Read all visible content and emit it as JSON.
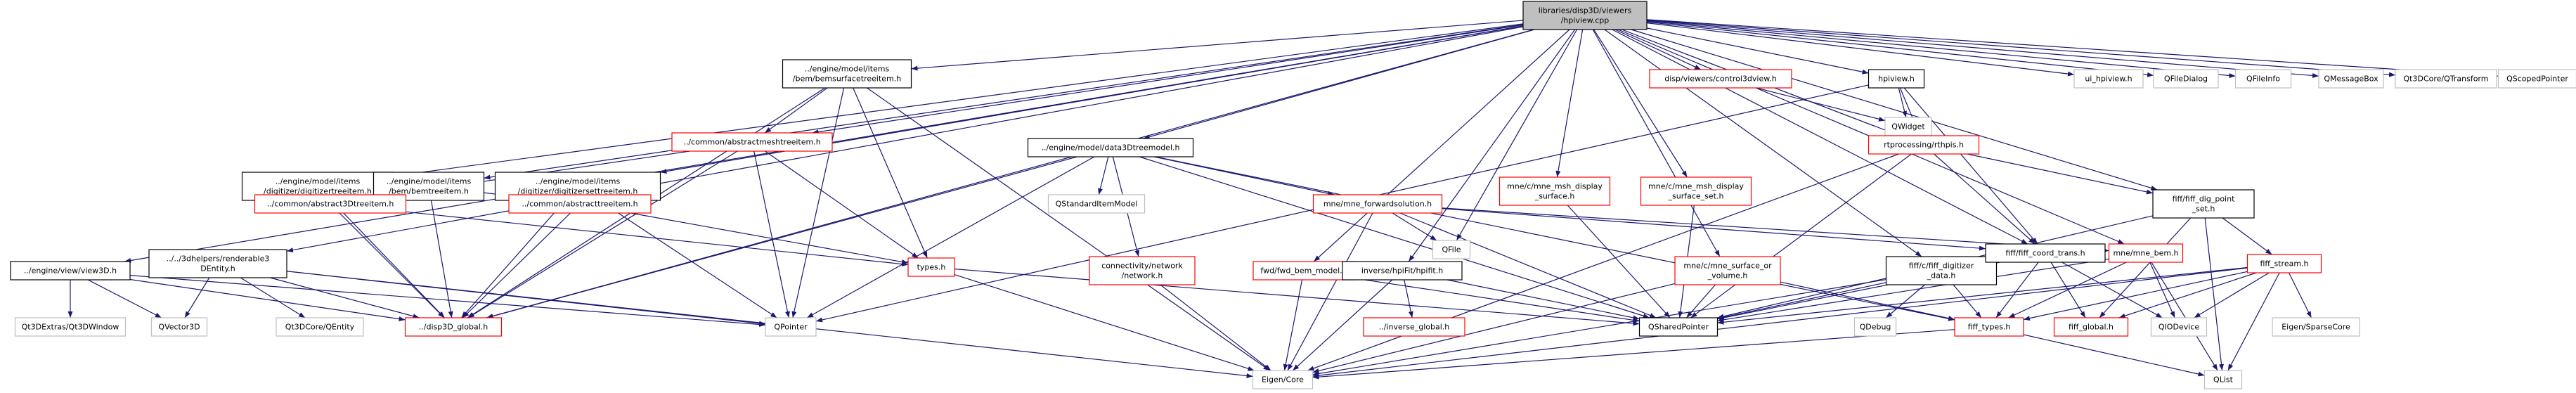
{
  "colors": {
    "root_fill": "#bfbfbf",
    "root_stroke": "#000000",
    "doc_stroke": "#000000",
    "ext_stroke": "#bfbfbf",
    "missing_stroke": "#ff0000",
    "edge": "#191970",
    "text": "#000000"
  },
  "nodes": [
    {
      "id": "root",
      "kind": "root",
      "lines": [
        "libraries/disp3D/viewers",
        "/hpiview.cpp"
      ]
    },
    {
      "id": "view3D",
      "kind": "doc",
      "lines": [
        "../engine/view/view3D.h"
      ]
    },
    {
      "id": "digitizertreeitem",
      "kind": "doc",
      "lines": [
        "../engine/model/items",
        "/digitizer/digitizertreeitem.h"
      ]
    },
    {
      "id": "bemtreeitem",
      "kind": "doc",
      "lines": [
        "../engine/model/items",
        "/bem/bemtreeitem.h"
      ]
    },
    {
      "id": "bemsurfacetreeitem",
      "kind": "doc",
      "lines": [
        "../engine/model/items",
        "/bem/bemsurfacetreeitem.h"
      ]
    },
    {
      "id": "digitizersettreeitem",
      "kind": "doc",
      "lines": [
        "../engine/model/items",
        "/digitizer/digitizersettreeitem.h"
      ]
    },
    {
      "id": "abstractmeshtreeitem",
      "kind": "missing",
      "lines": [
        "../common/abstractmeshtreeitem.h"
      ]
    },
    {
      "id": "data3Dtreemodel",
      "kind": "doc",
      "lines": [
        "../engine/model/data3Dtreemodel.h"
      ]
    },
    {
      "id": "control3dview",
      "kind": "missing",
      "lines": [
        "disp/viewers/control3dview.h"
      ]
    },
    {
      "id": "hpiview_h",
      "kind": "doc",
      "lines": [
        "hpiview.h"
      ]
    },
    {
      "id": "QWidget",
      "kind": "ext",
      "lines": [
        "QWidget"
      ]
    },
    {
      "id": "rtprocessing",
      "kind": "missing",
      "lines": [
        "rtprocessing/rthpis.h"
      ]
    },
    {
      "id": "fiff_dig_point_set",
      "kind": "doc",
      "lines": [
        "fiff/fiff_dig_point",
        "_set.h"
      ]
    },
    {
      "id": "ui_hpiview",
      "kind": "ext",
      "lines": [
        "ui_hpiview.h"
      ]
    },
    {
      "id": "QFileDialog",
      "kind": "ext",
      "lines": [
        "QFileDialog"
      ]
    },
    {
      "id": "QFileInfo",
      "kind": "ext",
      "lines": [
        "QFileInfo"
      ]
    },
    {
      "id": "QMessageBox",
      "kind": "ext",
      "lines": [
        "QMessageBox"
      ]
    },
    {
      "id": "QTransform",
      "kind": "ext",
      "lines": [
        "Qt3DCore/QTransform"
      ]
    },
    {
      "id": "QScopedPointer",
      "kind": "ext",
      "lines": [
        "QScopedPointer"
      ]
    },
    {
      "id": "abstract3Dtreeitem",
      "kind": "missing",
      "lines": [
        "../common/abstract3Dtreeitem.h"
      ]
    },
    {
      "id": "abstracttreeitem",
      "kind": "missing",
      "lines": [
        "../common/abstracttreeitem.h"
      ]
    },
    {
      "id": "renderable3Dentity",
      "kind": "doc",
      "lines": [
        "../../3dhelpers/renderable3",
        "DEntity.h"
      ]
    },
    {
      "id": "types_h",
      "kind": "missing",
      "lines": [
        "types.h"
      ]
    },
    {
      "id": "QStandardItemModel",
      "kind": "ext",
      "lines": [
        "QStandardItemModel"
      ]
    },
    {
      "id": "connectivity_network",
      "kind": "missing",
      "lines": [
        "connectivity/network",
        "/network.h"
      ]
    },
    {
      "id": "fwd_bem_model",
      "kind": "missing",
      "lines": [
        "fwd/fwd_bem_model.h"
      ]
    },
    {
      "id": "inverse_hpifit",
      "kind": "doc",
      "lines": [
        "inverse/hpiFit/hpifit.h"
      ]
    },
    {
      "id": "mne_forwardsolution",
      "kind": "missing",
      "lines": [
        "mne/mne_forwardsolution.h"
      ]
    },
    {
      "id": "mne_msh_display_surface",
      "kind": "missing",
      "lines": [
        "mne/c/mne_msh_display",
        "_surface.h"
      ]
    },
    {
      "id": "mne_msh_display_surface_set",
      "kind": "missing",
      "lines": [
        "mne/c/mne_msh_display",
        "_surface_set.h"
      ]
    },
    {
      "id": "mne_surface_or_volume",
      "kind": "missing",
      "lines": [
        "mne/c/mne_surface_or",
        "_volume.h"
      ]
    },
    {
      "id": "fiff_digitizer_data",
      "kind": "doc",
      "lines": [
        "fiff/c/fiff_digitizer",
        "_data.h"
      ]
    },
    {
      "id": "fiff_coord_trans",
      "kind": "doc",
      "lines": [
        "fiff/fiff_coord_trans.h"
      ]
    },
    {
      "id": "mne_bem",
      "kind": "missing",
      "lines": [
        "mne/mne_bem.h"
      ]
    },
    {
      "id": "fiff_stream",
      "kind": "missing",
      "lines": [
        "fiff_stream.h"
      ]
    },
    {
      "id": "QFile",
      "kind": "ext",
      "lines": [
        "QFile"
      ]
    },
    {
      "id": "Qt3DExtras_Qt3DWindow",
      "kind": "ext",
      "lines": [
        "Qt3DExtras/Qt3DWindow"
      ]
    },
    {
      "id": "QVector3D",
      "kind": "ext",
      "lines": [
        "QVector3D"
      ]
    },
    {
      "id": "Qt3DCore_QEntity",
      "kind": "ext",
      "lines": [
        "Qt3DCore/QEntity"
      ]
    },
    {
      "id": "disp3D_global",
      "kind": "missing",
      "lines": [
        "../disp3D_global.h"
      ]
    },
    {
      "id": "QPointer",
      "kind": "ext",
      "lines": [
        "QPointer"
      ]
    },
    {
      "id": "QSharedPointer",
      "kind": "doc",
      "lines": [
        "QSharedPointer"
      ]
    },
    {
      "id": "inverse_global",
      "kind": "missing",
      "lines": [
        "../inverse_global.h"
      ]
    },
    {
      "id": "QDebug",
      "kind": "ext",
      "lines": [
        "QDebug"
      ]
    },
    {
      "id": "fiff_types",
      "kind": "missing",
      "lines": [
        "fiff_types.h"
      ]
    },
    {
      "id": "fiff_global",
      "kind": "missing",
      "lines": [
        "fiff_global.h"
      ]
    },
    {
      "id": "QIODevice",
      "kind": "ext",
      "lines": [
        "QIODevice"
      ]
    },
    {
      "id": "Eigen_SparseCore",
      "kind": "ext",
      "lines": [
        "Eigen/SparseCore"
      ]
    },
    {
      "id": "Eigen_Core",
      "kind": "ext",
      "lines": [
        "Eigen/Core"
      ]
    },
    {
      "id": "QList",
      "kind": "ext",
      "lines": [
        "QList"
      ]
    }
  ],
  "edges": [
    [
      "root",
      "view3D"
    ],
    [
      "root",
      "digitizertreeitem"
    ],
    [
      "root",
      "bemtreeitem"
    ],
    [
      "root",
      "bemsurfacetreeitem"
    ],
    [
      "root",
      "digitizersettreeitem"
    ],
    [
      "root",
      "abstractmeshtreeitem"
    ],
    [
      "root",
      "data3Dtreemodel"
    ],
    [
      "root",
      "control3dview"
    ],
    [
      "root",
      "hpiview_h"
    ],
    [
      "root",
      "rtprocessing"
    ],
    [
      "root",
      "fiff_dig_point_set"
    ],
    [
      "root",
      "ui_hpiview"
    ],
    [
      "root",
      "QFileDialog"
    ],
    [
      "root",
      "QFileInfo"
    ],
    [
      "root",
      "QMessageBox"
    ],
    [
      "root",
      "QTransform"
    ],
    [
      "root",
      "QScopedPointer"
    ],
    [
      "root",
      "renderable3Dentity"
    ],
    [
      "root",
      "fwd_bem_model"
    ],
    [
      "root",
      "inverse_hpifit"
    ],
    [
      "root",
      "mne_msh_display_surface"
    ],
    [
      "root",
      "mne_msh_display_surface_set"
    ],
    [
      "root",
      "mne_surface_or_volume"
    ],
    [
      "root",
      "fiff_digitizer_data"
    ],
    [
      "root",
      "fiff_coord_trans"
    ],
    [
      "root",
      "mne_bem"
    ],
    [
      "root",
      "QFile"
    ],
    [
      "root",
      "disp3D_global"
    ],
    [
      "view3D",
      "Qt3DExtras_Qt3DWindow"
    ],
    [
      "view3D",
      "QVector3D"
    ],
    [
      "view3D",
      "disp3D_global"
    ],
    [
      "view3D",
      "QPointer"
    ],
    [
      "digitizertreeitem",
      "abstract3Dtreeitem"
    ],
    [
      "digitizertreeitem",
      "disp3D_global"
    ],
    [
      "bemtreeitem",
      "abstracttreeitem"
    ],
    [
      "bemtreeitem",
      "disp3D_global"
    ],
    [
      "bemsurfacetreeitem",
      "abstractmeshtreeitem"
    ],
    [
      "bemsurfacetreeitem",
      "types_h"
    ],
    [
      "bemsurfacetreeitem",
      "disp3D_global"
    ],
    [
      "bemsurfacetreeitem",
      "QPointer"
    ],
    [
      "bemsurfacetreeitem",
      "Eigen_Core"
    ],
    [
      "digitizersettreeitem",
      "abstracttreeitem"
    ],
    [
      "digitizersettreeitem",
      "disp3D_global"
    ],
    [
      "digitizersettreeitem",
      "QPointer"
    ],
    [
      "abstractmeshtreeitem",
      "abstract3Dtreeitem"
    ],
    [
      "abstractmeshtreeitem",
      "types_h"
    ],
    [
      "abstractmeshtreeitem",
      "disp3D_global"
    ],
    [
      "abstractmeshtreeitem",
      "QPointer"
    ],
    [
      "abstract3Dtreeitem",
      "types_h"
    ],
    [
      "abstract3Dtreeitem",
      "disp3D_global"
    ],
    [
      "abstracttreeitem",
      "types_h"
    ],
    [
      "abstracttreeitem",
      "disp3D_global"
    ],
    [
      "data3Dtreemodel",
      "QStandardItemModel"
    ],
    [
      "data3Dtreemodel",
      "connectivity_network"
    ],
    [
      "data3Dtreemodel",
      "mne_forwardsolution"
    ],
    [
      "data3Dtreemodel",
      "disp3D_global"
    ],
    [
      "data3Dtreemodel",
      "QPointer"
    ],
    [
      "data3Dtreemodel",
      "QSharedPointer"
    ],
    [
      "data3Dtreemodel",
      "fiff_types"
    ],
    [
      "renderable3Dentity",
      "Qt3DCore_QEntity"
    ],
    [
      "renderable3Dentity",
      "QVector3D"
    ],
    [
      "renderable3Dentity",
      "disp3D_global"
    ],
    [
      "renderable3Dentity",
      "QPointer"
    ],
    [
      "renderable3Dentity",
      "Eigen_Core"
    ],
    [
      "types_h",
      "QSharedPointer"
    ],
    [
      "types_h",
      "Eigen_Core"
    ],
    [
      "connectivity_network",
      "Eigen_Core"
    ],
    [
      "control3dview",
      "QWidget"
    ],
    [
      "hpiview_h",
      "QWidget"
    ],
    [
      "hpiview_h",
      "rtprocessing"
    ],
    [
      "hpiview_h",
      "fiff_coord_trans"
    ],
    [
      "hpiview_h",
      "QPointer"
    ],
    [
      "rtprocessing",
      "fiff_dig_point_set"
    ],
    [
      "rtprocessing",
      "fiff_coord_trans"
    ],
    [
      "rtprocessing",
      "QSharedPointer"
    ],
    [
      "rtprocessing",
      "Eigen_Core"
    ],
    [
      "fiff_dig_point_set",
      "fiff_stream"
    ],
    [
      "fiff_dig_point_set",
      "fiff_global"
    ],
    [
      "fiff_dig_point_set",
      "QSharedPointer"
    ],
    [
      "fiff_dig_point_set",
      "QList"
    ],
    [
      "fwd_bem_model",
      "QSharedPointer"
    ],
    [
      "fwd_bem_model",
      "Eigen_Core"
    ],
    [
      "inverse_hpifit",
      "inverse_global"
    ],
    [
      "inverse_hpifit",
      "QSharedPointer"
    ],
    [
      "inverse_hpifit",
      "Eigen_Core"
    ],
    [
      "mne_forwardsolution",
      "QFile"
    ],
    [
      "mne_forwardsolution",
      "QSharedPointer"
    ],
    [
      "mne_forwardsolution",
      "fiff_coord_trans"
    ],
    [
      "mne_forwardsolution",
      "mne_bem"
    ],
    [
      "mne_forwardsolution",
      "Eigen_Core"
    ],
    [
      "mne_msh_display_surface",
      "QSharedPointer"
    ],
    [
      "mne_msh_display_surface_set",
      "QSharedPointer"
    ],
    [
      "mne_surface_or_volume",
      "QSharedPointer"
    ],
    [
      "mne_surface_or_volume",
      "fiff_types"
    ],
    [
      "mne_surface_or_volume",
      "Eigen_Core"
    ],
    [
      "fiff_digitizer_data",
      "QDebug"
    ],
    [
      "fiff_digitizer_data",
      "fiff_types"
    ],
    [
      "fiff_digitizer_data",
      "QSharedPointer"
    ],
    [
      "fiff_coord_trans",
      "fiff_types"
    ],
    [
      "fiff_coord_trans",
      "fiff_global"
    ],
    [
      "fiff_coord_trans",
      "QSharedPointer"
    ],
    [
      "fiff_coord_trans",
      "QIODevice"
    ],
    [
      "fiff_coord_trans",
      "Eigen_Core"
    ],
    [
      "mne_bem",
      "fiff_types"
    ],
    [
      "mne_bem",
      "QIODevice"
    ],
    [
      "mne_bem",
      "QList"
    ],
    [
      "mne_bem",
      "QSharedPointer"
    ],
    [
      "fiff_stream",
      "fiff_types"
    ],
    [
      "fiff_stream",
      "fiff_global"
    ],
    [
      "fiff_stream",
      "QIODevice"
    ],
    [
      "fiff_stream",
      "Eigen_SparseCore"
    ],
    [
      "fiff_stream",
      "QList"
    ],
    [
      "fiff_stream",
      "QSharedPointer"
    ],
    [
      "fiff_stream",
      "Eigen_Core"
    ],
    [
      "fiff_types",
      "Eigen_Core"
    ],
    [
      "fiff_types",
      "QList"
    ]
  ]
}
